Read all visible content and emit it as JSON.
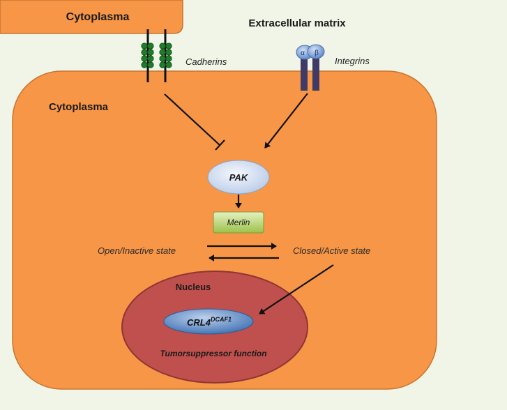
{
  "labels": {
    "cytoplasma_neighbor": "Cytoplasma",
    "extracellular": "Extracellular matrix",
    "cadherins": "Cadherins",
    "integrins": "Integrins",
    "cytoplasma_main": "Cytoplasma",
    "pak": "PAK",
    "merlin": "Merlin",
    "open_state": "Open/Inactive state",
    "closed_state": "Closed/Active state",
    "nucleus": "Nucleus",
    "crl4_base": "CRL4",
    "crl4_sup": "DCAF1",
    "tumor": "Tumorsuppressor  function",
    "alpha": "α",
    "beta": "β"
  },
  "colors": {
    "background": "#f1f5e7",
    "cell_fill": "#f79646",
    "cell_stroke": "#c8742f",
    "nucleus_fill": "#c0504d",
    "nucleus_stroke": "#8e3532",
    "pak_fill": "#d9e3f3",
    "merlin_fill": "#a6c94c",
    "crl4_fill": "#4f81bd",
    "cadherin_bead": "#1e7c2a",
    "integrin_stalk": "#3f3a66",
    "integrin_head": "#6f97d6",
    "arrow": "#111111"
  }
}
